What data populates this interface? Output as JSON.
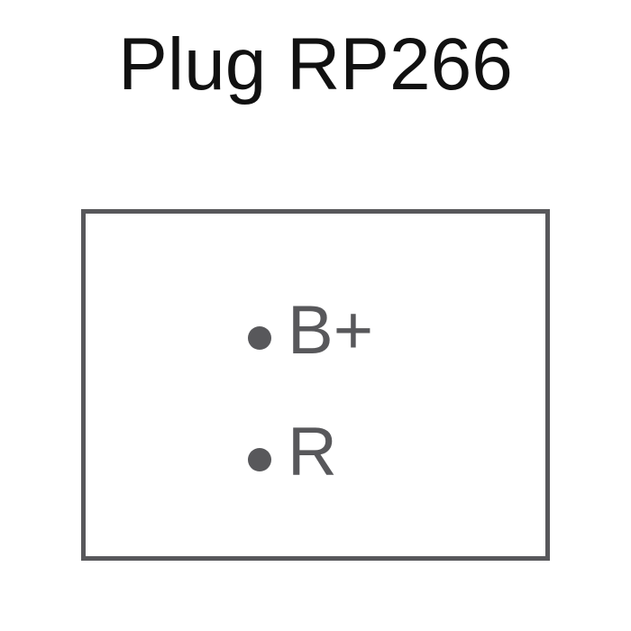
{
  "title": "Plug RP266",
  "colors": {
    "title_text": "#111111",
    "box_stroke": "#58585b",
    "pin_color": "#58585b"
  },
  "pins": [
    {
      "label": "B+"
    },
    {
      "label": "R"
    }
  ]
}
